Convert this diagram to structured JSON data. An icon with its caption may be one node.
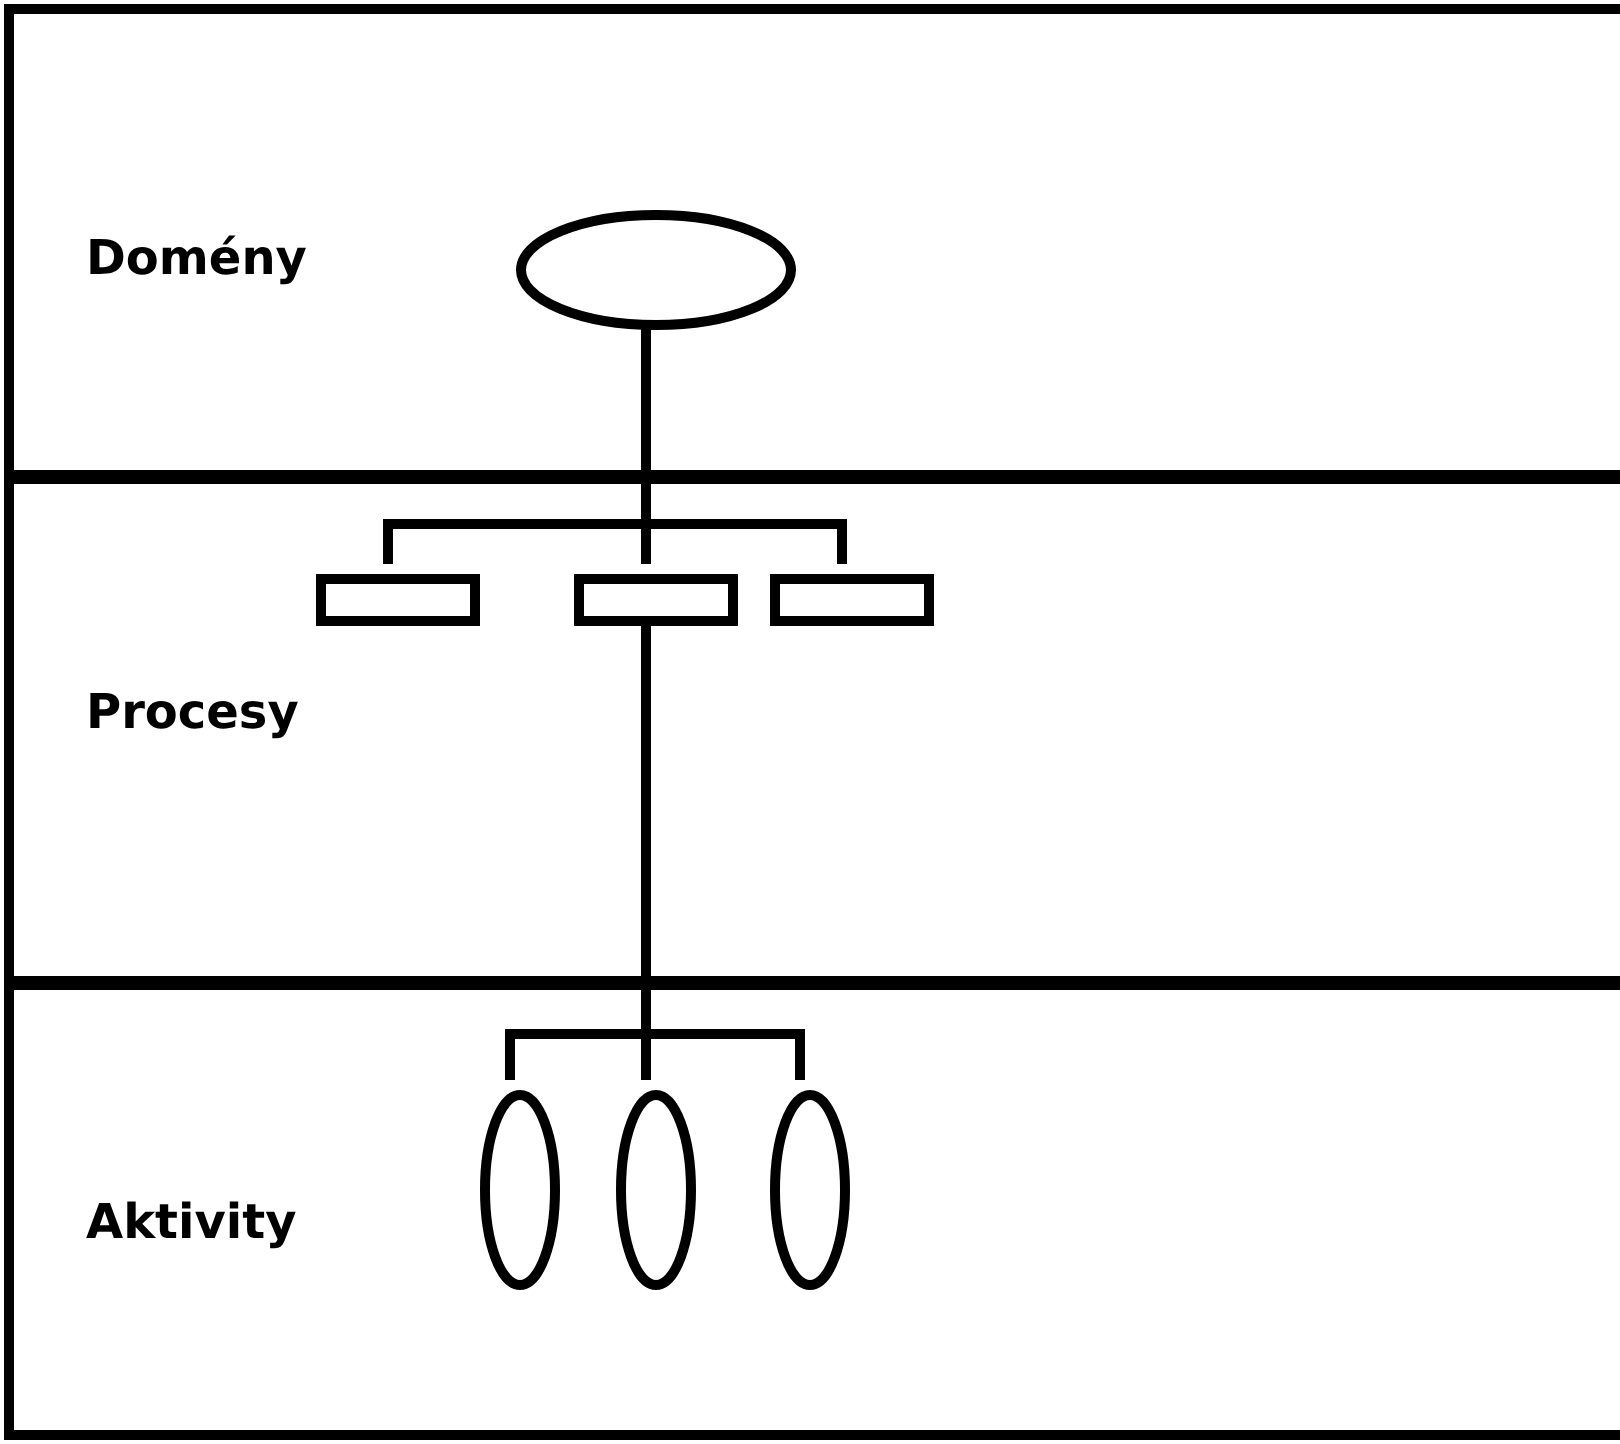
{
  "diagram": {
    "nodes": [
      {
        "text": [
          "Domény"
        ]
      },
      {
        "text": [],
        "shape": "ellipse",
        "in": 0
      },
      {
        "text": [
          "Procesy"
        ]
      },
      {
        "text": [],
        "shape": "box",
        "in": 2
      },
      {
        "text": [],
        "shape": "box",
        "in": 2
      },
      {
        "text": [],
        "shape": "box",
        "in": 2
      },
      {
        "text": [
          "Aktivity"
        ]
      },
      {
        "text": [],
        "shape": "ellipse",
        "in": 6
      },
      {
        "text": [],
        "shape": "ellipse",
        "in": 6
      },
      {
        "text": [],
        "shape": "ellipse",
        "in": 6
      }
    ],
    "edges": [
      {
        "from": 1,
        "to": 3,
        "arrow": "none"
      },
      {
        "from": 1,
        "to": 4,
        "arrow": "none"
      },
      {
        "from": 1,
        "to": 5,
        "arrow": "none"
      },
      {
        "from": 4,
        "to": 7,
        "arrow": "none"
      },
      {
        "from": 4,
        "to": 8,
        "arrow": "none"
      },
      {
        "from": 4,
        "to": 9,
        "arrow": "none"
      }
    ]
  }
}
